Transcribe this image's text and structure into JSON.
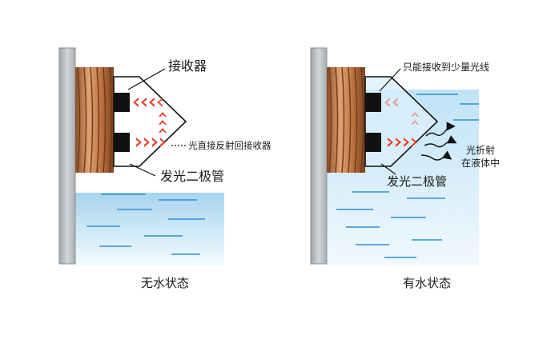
{
  "left_panel": {
    "caption": "无水状态",
    "label_receiver": "接收器",
    "label_reflect": "光直接反射回接收器",
    "label_led": "发光二极管"
  },
  "right_panel": {
    "caption": "有水状态",
    "label_receiver_partial": "只能接收到少量光线",
    "label_refract_line1": "光折射",
    "label_refract_line2": "在液体中",
    "label_led": "发光二极管"
  },
  "colors": {
    "wall": "#c4c8cc",
    "thread_copper": "#c98552",
    "water_top": "#a8d6ef",
    "water_bottom": "#e9f6fd",
    "water_lines": "#2f8fd3",
    "light_red": "#e8402a",
    "black_block": "#111111"
  }
}
